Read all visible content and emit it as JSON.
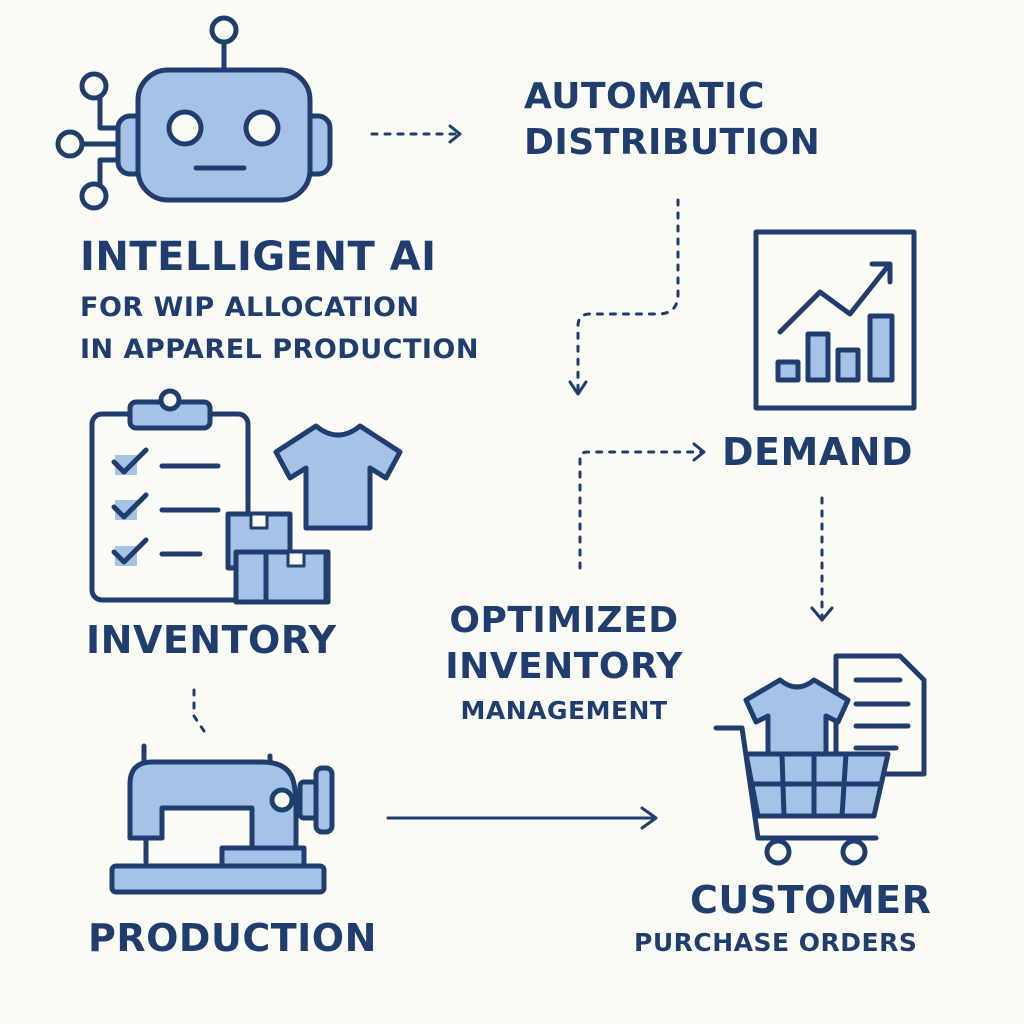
{
  "theme": {
    "ink": "#1f3d6e",
    "fill": "#a6c2e6",
    "background": "#fbfbf6"
  },
  "nodes": {
    "ai": {
      "icon": "robot-icon",
      "title": "INTELLIGENT AI",
      "line2": "FOR WIP ALLOCATION",
      "line3": "IN APPAREL PRODUCTION"
    },
    "distribution": {
      "line1": "AUTOMATIC",
      "line2": "DISTRIBUTION"
    },
    "demand": {
      "icon": "growth-chart-icon",
      "title": "DEMAND"
    },
    "inventory": {
      "icon": "inventory-clipboard-icon",
      "title": "INVENTORY"
    },
    "optimized": {
      "line1": "OPTIMIZED",
      "line2": "INVENTORY",
      "line3": "MANAGEMENT"
    },
    "production": {
      "icon": "sewing-machine-icon",
      "title": "PRODUCTION"
    },
    "customer": {
      "icon": "shopping-cart-icon",
      "title": "CUSTOMER",
      "subtitle": "PURCHASE ORDERS"
    }
  }
}
